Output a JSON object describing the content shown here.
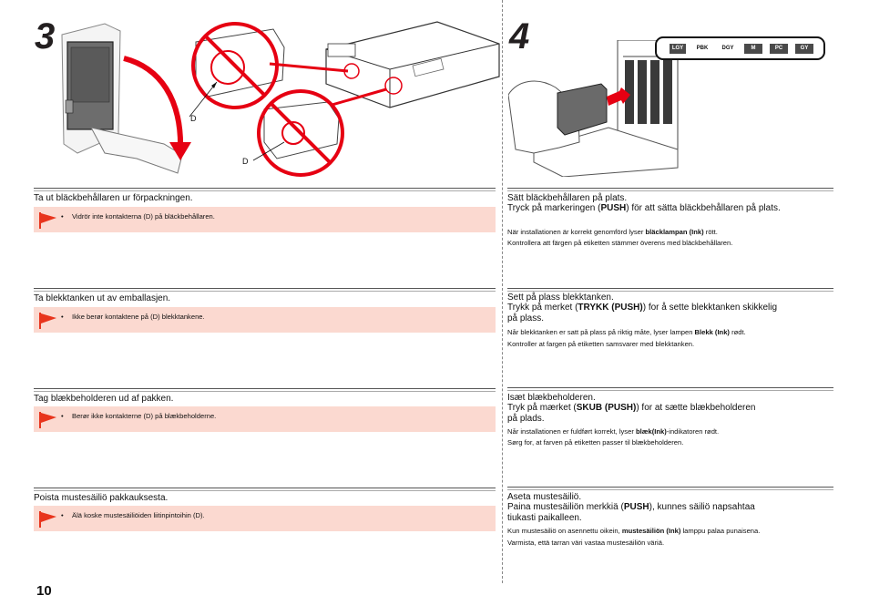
{
  "page_number": "10",
  "steps": {
    "left_number": "3",
    "right_number": "4"
  },
  "illustration_left": {
    "label_d1": "D",
    "label_d2": "D"
  },
  "ink_labels": [
    "LGY",
    "PBK",
    "DGY",
    "M",
    "PC",
    "GY"
  ],
  "colors": {
    "caution_bg": "#fbd9d0",
    "flag_red": "#e8341c",
    "prohibit_red": "#e60012"
  },
  "left_sections": [
    {
      "title": "Ta ut bläckbehållaren ur förpackningen.",
      "caution": "Vidrör inte kontakterna (D) på bläckbehållaren."
    },
    {
      "title": "Ta blekktanken ut av emballasjen.",
      "caution": "Ikke berør kontaktene på (D) blekktankene."
    },
    {
      "title": "Tag blækbeholderen ud af pakken.",
      "caution": "Berør ikke kontakterne (D) på blækbeholderne."
    },
    {
      "title": "Poista mustesäiliö pakkauksesta.",
      "caution": "Älä koske mustesäiliöiden liitinpintoihin (D)."
    }
  ],
  "right_sections": [
    {
      "line1": "Sätt bläckbehållaren på plats.",
      "line2_a": "Tryck på markeringen (",
      "line2_b": "PUSH",
      "line2_c": ") för att sätta bläckbehållaren på plats.",
      "line3": "",
      "note1_a": "När installationen är korrekt genomförd lyser ",
      "note1_b": "bläcklampan (Ink)",
      "note1_c": " rött.",
      "note2": "Kontrollera att färgen på etiketten stämmer överens med bläckbehållaren."
    },
    {
      "line1": "Sett på plass blekktanken.",
      "line2_a": "Trykk på merket (",
      "line2_b": "TRYKK (PUSH)",
      "line2_c": ") for å sette blekktanken skikkelig",
      "line3": "på plass.",
      "note1_a": "Når blekktanken er satt på plass på riktig måte, lyser lampen ",
      "note1_b": "Blekk (Ink)",
      "note1_c": " rødt.",
      "note2": "Kontroller at fargen på etiketten samsvarer med blekktanken."
    },
    {
      "line1": "Isæt blækbeholderen.",
      "line2_a": "Tryk på mærket (",
      "line2_b": "SKUB (PUSH)",
      "line2_c": ") for at sætte blækbeholderen",
      "line3": "på plads.",
      "note1_a": "Når installationen er fuldført korrekt, lyser ",
      "note1_b": "blæk(Ink)",
      "note1_c": "-indikatoren rødt.",
      "note2": "Sørg for, at farven på etiketten passer til blækbeholderen."
    },
    {
      "line1": "Aseta mustesäiliö.",
      "line2_a": "Paina mustesäiliön merkkiä (",
      "line2_b": "PUSH",
      "line2_c": "), kunnes säiliö napsahtaa",
      "line3": "tiukasti paikalleen.",
      "note1_a": "Kun mustesäiliö on asennettu oikein, ",
      "note1_b": "mustesäiliön (Ink)",
      "note1_c": " lamppu palaa punaisena.",
      "note2": "Varmista, että tarran väri vastaa mustesäiliön väriä."
    }
  ]
}
